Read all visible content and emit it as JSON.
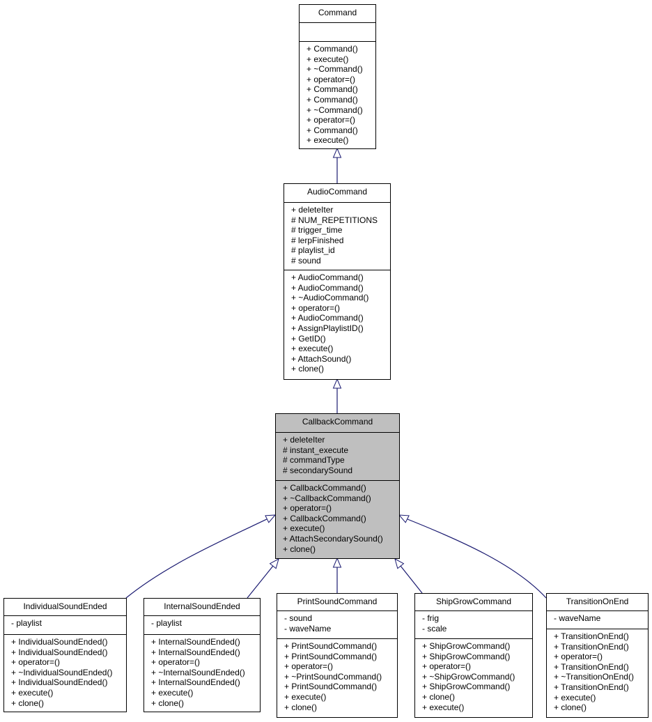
{
  "classes": [
    {
      "name": "Command",
      "highlighted": false,
      "attributes": [],
      "methods": [
        "+ Command()",
        "+ execute()",
        "+ ~Command()",
        "+ operator=()",
        "+ Command()",
        "+ Command()",
        "+ ~Command()",
        "+ operator=()",
        "+ Command()",
        "+ execute()"
      ]
    },
    {
      "name": "AudioCommand",
      "highlighted": false,
      "attributes": [
        "+ deleteIter",
        "# NUM_REPETITIONS",
        "# trigger_time",
        "# lerpFinished",
        "# playlist_id",
        "# sound"
      ],
      "methods": [
        "+ AudioCommand()",
        "+ AudioCommand()",
        "+ ~AudioCommand()",
        "+ operator=()",
        "+ AudioCommand()",
        "+ AssignPlaylistID()",
        "+ GetID()",
        "+ execute()",
        "+ AttachSound()",
        "+ clone()"
      ]
    },
    {
      "name": "CallbackCommand",
      "highlighted": true,
      "attributes": [
        "+ deleteIter",
        "# instant_execute",
        "# commandType",
        "# secondarySound"
      ],
      "methods": [
        "+ CallbackCommand()",
        "+ ~CallbackCommand()",
        "+ operator=()",
        "+ CallbackCommand()",
        "+ execute()",
        "+ AttachSecondarySound()",
        "+ clone()"
      ]
    },
    {
      "name": "IndividualSoundEnded",
      "highlighted": false,
      "attributes": [
        "- playlist"
      ],
      "methods": [
        "+ IndividualSoundEnded()",
        "+ IndividualSoundEnded()",
        "+ operator=()",
        "+ ~IndividualSoundEnded()",
        "+ IndividualSoundEnded()",
        "+ execute()",
        "+ clone()"
      ]
    },
    {
      "name": "InternalSoundEnded",
      "highlighted": false,
      "attributes": [
        "- playlist"
      ],
      "methods": [
        "+ InternalSoundEnded()",
        "+ InternalSoundEnded()",
        "+ operator=()",
        "+ ~InternalSoundEnded()",
        "+ InternalSoundEnded()",
        "+ execute()",
        "+ clone()"
      ]
    },
    {
      "name": "PrintSoundCommand",
      "highlighted": false,
      "attributes": [
        "- sound",
        "- waveName"
      ],
      "methods": [
        "+ PrintSoundCommand()",
        "+ PrintSoundCommand()",
        "+ operator=()",
        "+ ~PrintSoundCommand()",
        "+ PrintSoundCommand()",
        "+ execute()",
        "+ clone()"
      ]
    },
    {
      "name": "ShipGrowCommand",
      "highlighted": false,
      "attributes": [
        "- frig",
        "- scale"
      ],
      "methods": [
        "+ ShipGrowCommand()",
        "+ ShipGrowCommand()",
        "+ operator=()",
        "+ ~ShipGrowCommand()",
        "+ ShipGrowCommand()",
        "+ clone()",
        "+ execute()"
      ]
    },
    {
      "name": "TransitionOnEnd",
      "highlighted": false,
      "attributes": [
        "- waveName"
      ],
      "methods": [
        "+ TransitionOnEnd()",
        "+ TransitionOnEnd()",
        "+ operator=()",
        "+ TransitionOnEnd()",
        "+ ~TransitionOnEnd()",
        "+ TransitionOnEnd()",
        "+ execute()",
        "+ clone()"
      ]
    }
  ],
  "inheritance": [
    {
      "child": "AudioCommand",
      "parent": "Command"
    },
    {
      "child": "CallbackCommand",
      "parent": "AudioCommand"
    },
    {
      "child": "IndividualSoundEnded",
      "parent": "CallbackCommand"
    },
    {
      "child": "InternalSoundEnded",
      "parent": "CallbackCommand"
    },
    {
      "child": "PrintSoundCommand",
      "parent": "CallbackCommand"
    },
    {
      "child": "ShipGrowCommand",
      "parent": "CallbackCommand"
    },
    {
      "child": "TransitionOnEnd",
      "parent": "CallbackCommand"
    }
  ],
  "colors": {
    "edge": "#191970",
    "highlight": "#bfbfbf"
  }
}
